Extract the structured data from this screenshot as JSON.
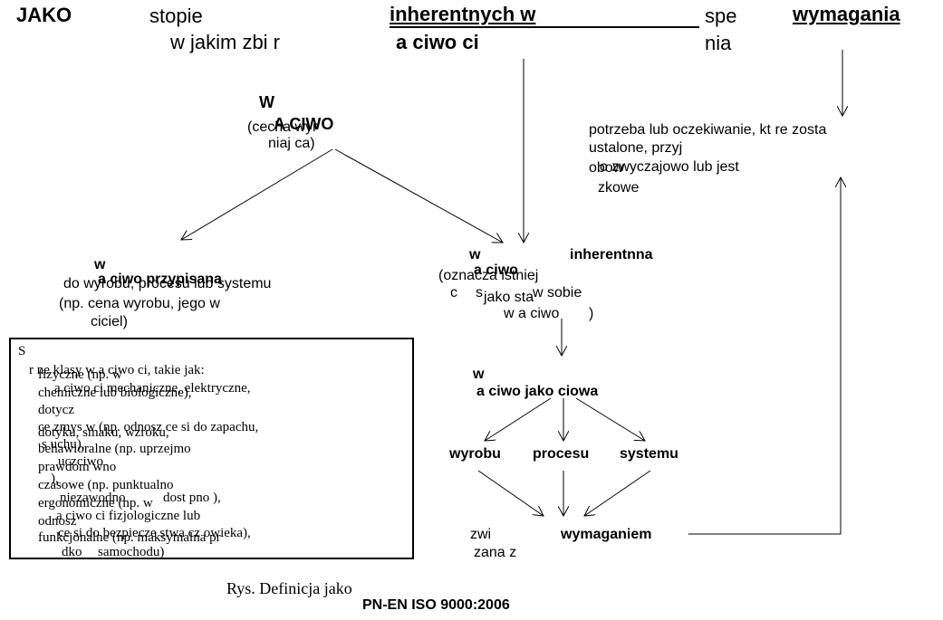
{
  "header": {
    "jako": "JAKO",
    "stopie": "stopie",
    "w_jakim": "w jakim zbi r",
    "inherentnych": "inherentnych w",
    "wlasciwosci": "a ciwo ci",
    "spe": "spe",
    "nia": "nia",
    "wymagania": "wymagania"
  },
  "wlasciwosc": {
    "w": "W",
    "title": "A CIWO",
    "desc1": "(cecha wyr",
    "desc2": "niaj ca)"
  },
  "requirement": {
    "line1": "potrzeba lub oczekiwanie, kt re zosta",
    "line2": "ustalone, przyj",
    "line3": "o zwyczajowo lub jest",
    "line4": "obow",
    "line5": "zkowe"
  },
  "przypisana": {
    "w": "w",
    "title": "a ciwo przypisana",
    "line1": "do wyrobu, procesu lub systemu",
    "line2": "(np. cena wyrobu, jego w",
    "line3": "ciciel)"
  },
  "inherentna": {
    "w": "w",
    "title": "inherentnna",
    "sub": "a ciwo",
    "line1": "(oznacza istniej",
    "line2": "c",
    "line3": "s",
    "line4": "w sobie",
    "line5": "jako sta",
    "line6": "w a ciwo",
    "line7": ")"
  },
  "box": {
    "s": "S",
    "lines": [
      "r ne klasy w a ciwo ci, takie jak:",
      "fizyczne (np. w",
      "a ciwo ci mechaniczne, elektryczne,",
      "chemiczne lub biologiczne),",
      "dotycz",
      "ce zmys w (np. odnosz ce si  do zapachu,",
      "dotyku, smaku, wzroku,",
      "s uchu),",
      "behawioralne (np. uprzejmo",
      "uczciwo",
      "prawdom wno",
      "),",
      "czasowe (np. punktualno",
      "niezawodno",
      "dost pno  ),",
      "ergonomiczne (np. w",
      "a ciwo ci fizjologiczne lub",
      "odnosz",
      "ce si  do bezpiecze stwa cz owieka),",
      "funkcjonalne (np. maksymalna pr",
      "dko",
      "samochodu)"
    ]
  },
  "jakosciowa": {
    "w": "w",
    "title": "a ciwo  jako ciowa"
  },
  "categories": {
    "wyrobu": "wyrobu",
    "procesu": "procesu",
    "systemu": "systemu"
  },
  "zwiazana": {
    "zwi": "zwi",
    "zana": "zana z",
    "wymaganiem": "wymaganiem"
  },
  "caption": {
    "line1": "Rys. Definicja  jako",
    "line2": "PN-EN ISO 9000:2006"
  }
}
